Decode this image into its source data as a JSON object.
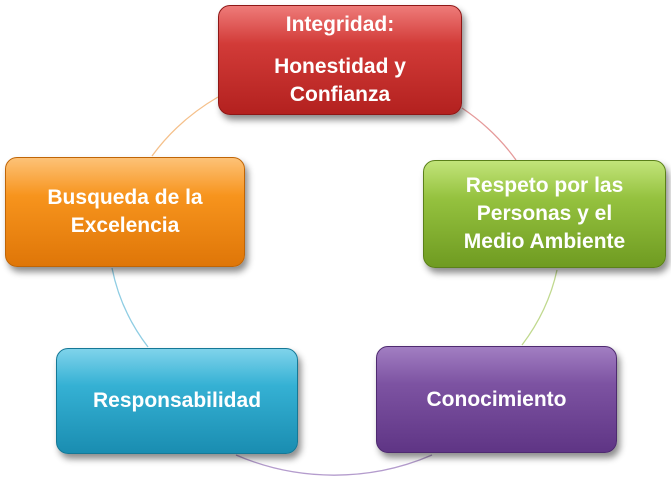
{
  "nodes": {
    "integridad": {
      "lines": [
        "Integridad:",
        "Honestidad y",
        "Confianza"
      ],
      "color": "#c0302d"
    },
    "respeto": {
      "lines": [
        "Respeto por las",
        "Personas y el",
        "Medio Ambiente"
      ],
      "color": "#8ab937"
    },
    "conocimiento": {
      "lines": [
        "Conocimiento"
      ],
      "color": "#6f4596"
    },
    "responsabilidad": {
      "lines": [
        "Responsabilidad"
      ],
      "color": "#28a2c8"
    },
    "excelencia": {
      "lines": [
        "Busqueda de la",
        "Excelencia"
      ],
      "color": "#f28a14"
    }
  },
  "connector_colors": [
    "#e59a9a",
    "#c0d98e",
    "#b49ccd",
    "#8fcde3",
    "#f5c08a"
  ]
}
